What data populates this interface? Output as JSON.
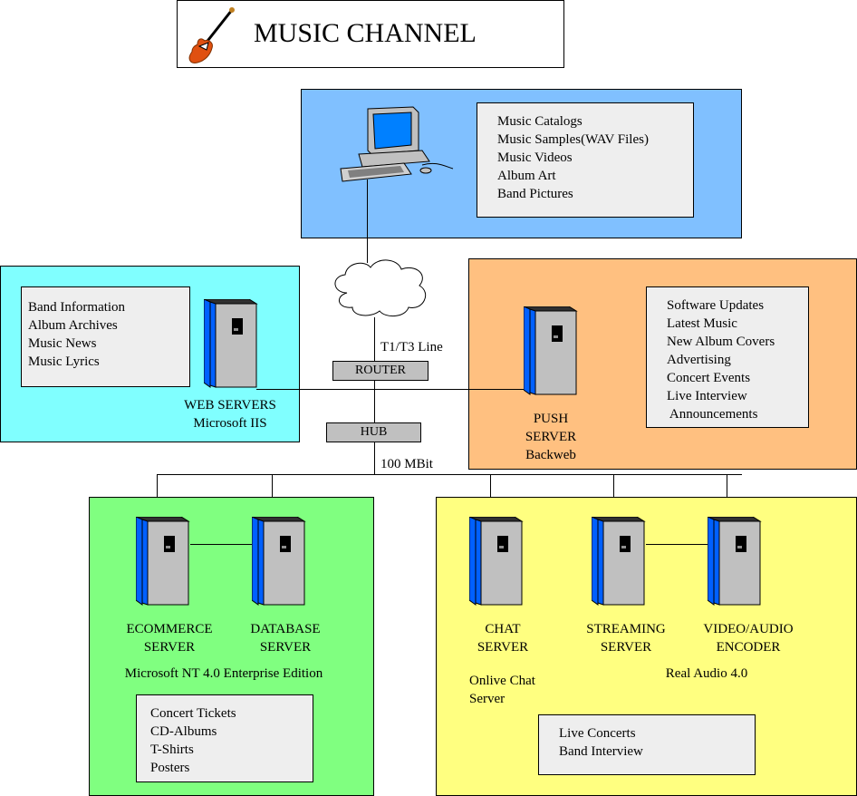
{
  "title": "MUSIC CHANNEL",
  "colors": {
    "client": "#80c0ff",
    "web": "#80ffff",
    "push": "#ffc080",
    "ecommerce": "#80ff80",
    "media": "#ffff80",
    "list_bg": "#eeeeee",
    "device": "#c0c0c0",
    "server_side": "#0060ff"
  },
  "client": {
    "items": [
      "Music Catalogs",
      "Music Samples(WAV Files)",
      "Music Videos",
      "Album Art",
      "Band Pictures"
    ]
  },
  "web": {
    "items": [
      "Band Information",
      "Album Archives",
      "Music News",
      "Music Lyrics"
    ],
    "label1": "WEB SERVERS",
    "label2": "Microsoft IIS"
  },
  "push": {
    "items": [
      "Software Updates",
      "Latest Music",
      "New Album Covers",
      "Advertising",
      "Concert Events",
      "Live Interview",
      " Announcements"
    ],
    "label1": "PUSH",
    "label2": "SERVER",
    "label3": "Backweb"
  },
  "network": {
    "line": "T1/T3 Line",
    "router": "ROUTER",
    "hub": "HUB",
    "speed": "100 MBit"
  },
  "ecommerce": {
    "server1a": "ECOMMERCE",
    "server1b": "SERVER",
    "server2a": "DATABASE",
    "server2b": "SERVER",
    "platform": "Microsoft NT 4.0 Enterprise Edition",
    "items": [
      "Concert Tickets",
      "CD-Albums",
      "T-Shirts",
      "Posters"
    ]
  },
  "media": {
    "chat_a": "CHAT",
    "chat_b": "SERVER",
    "stream_a": "STREAMING",
    "stream_b": "SERVER",
    "enc_a": "VIDEO/AUDIO",
    "enc_b": "ENCODER",
    "chat_note1": "Onlive Chat",
    "chat_note2": "Server",
    "codec": "Real Audio 4.0",
    "items": [
      "Live Concerts",
      "Band Interview"
    ]
  }
}
